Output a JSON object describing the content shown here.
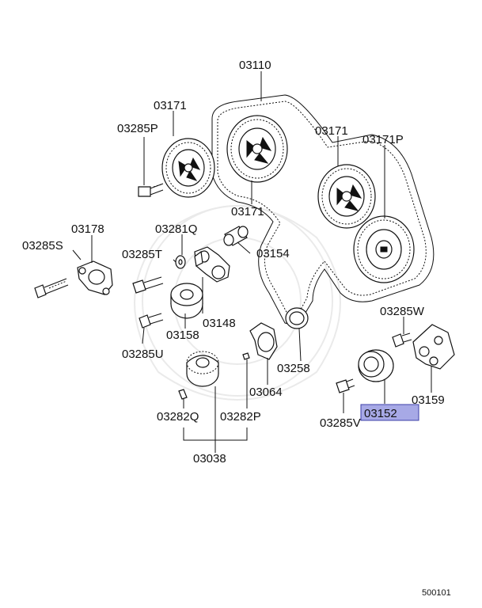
{
  "labels": {
    "p03110": "03110",
    "p03171_a": "03171",
    "p03285P": "03285P",
    "p03171_b": "03171",
    "p03171P": "03171P",
    "p03171_c": "03171",
    "p03178": "03178",
    "p03281Q": "03281Q",
    "p03285S": "03285S",
    "p03285T": "03285T",
    "p03154": "03154",
    "p03148": "03148",
    "p03158": "03158",
    "p03285W": "03285W",
    "p03285U": "03285U",
    "p03258": "03258",
    "p03064": "03064",
    "p03159": "03159",
    "p03152": "03152",
    "p03282Q": "03282Q",
    "p03282P": "03282P",
    "p03285V": "03285V",
    "p03038": "03038"
  },
  "footer": {
    "code": "500101"
  },
  "colors": {
    "highlight_fill": "#a7a9e6",
    "highlight_border": "#3d3fa8",
    "line": "#111111"
  }
}
